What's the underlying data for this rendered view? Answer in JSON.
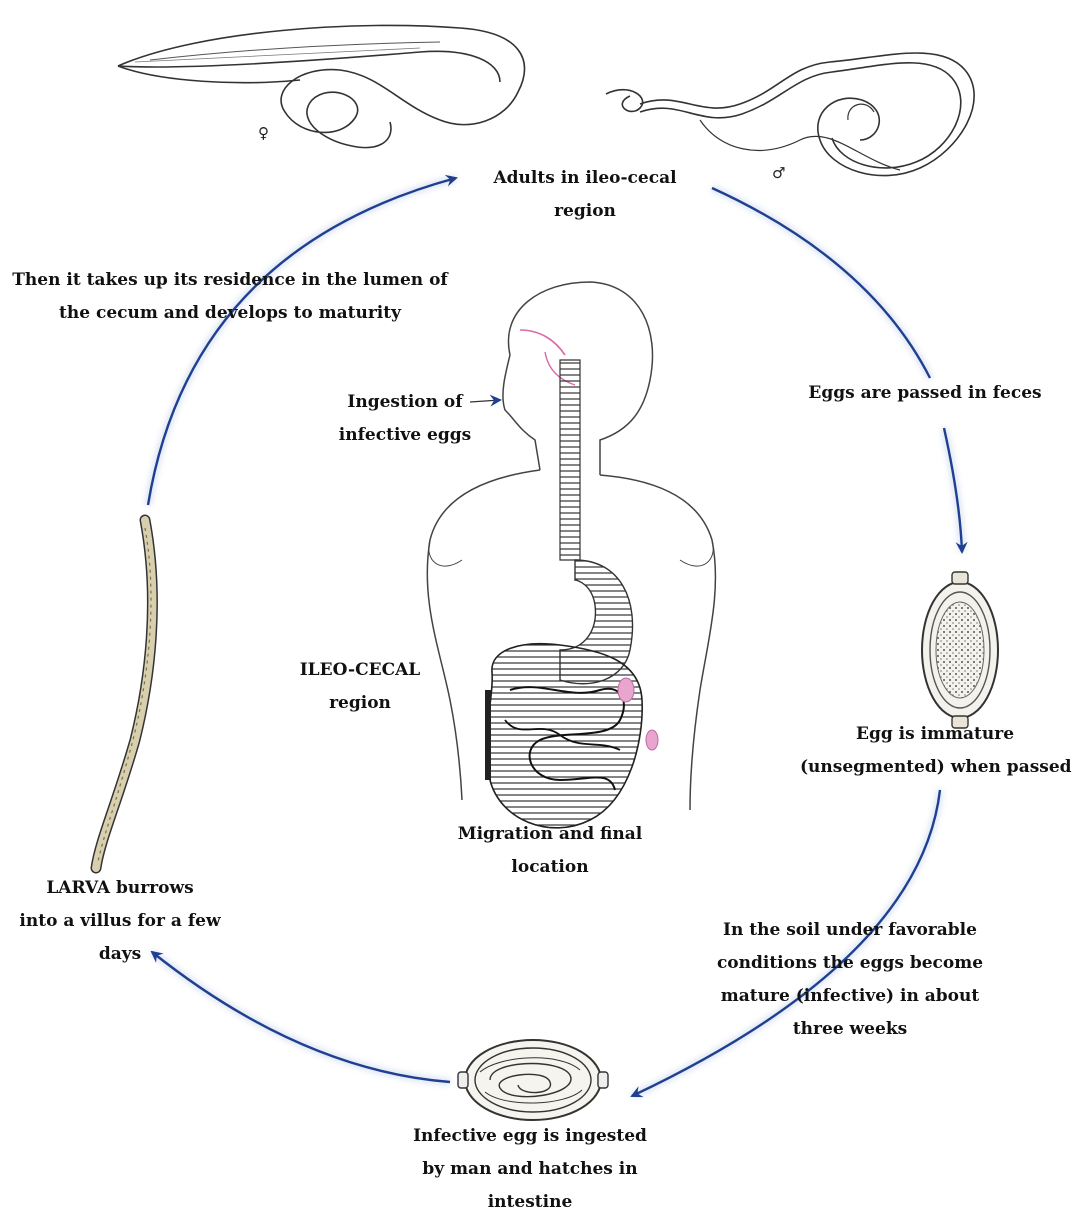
{
  "labels": {
    "adults": [
      "Adults in ileo-cecal",
      "region"
    ],
    "eggs_passed": "Eggs are passed in feces",
    "egg_immature": [
      "Egg is immature",
      "(unsegmented) when passed"
    ],
    "soil": [
      "In the soil under favorable",
      "conditions the eggs become",
      "mature (infective) in about",
      "three weeks"
    ],
    "ingested": [
      "Infective egg is ingested",
      "by man and hatches in",
      "intestine"
    ],
    "larva": [
      "LARVA burrows",
      "into a villus for a few",
      "days"
    ],
    "residence": [
      "Then it takes up its residence in the lumen of",
      "the cecum and develops to maturity"
    ],
    "ingestion": [
      "Ingestion of",
      "infective eggs"
    ],
    "ileo_cecal": [
      "ILEO-CECAL",
      "region"
    ],
    "migration": [
      "Migration and final",
      "location"
    ]
  },
  "symbols": {
    "female": "♀",
    "male": "♂"
  },
  "colors": {
    "arrow": "#1f3f8f",
    "ink": "#222222",
    "pink": "#d86aa8"
  }
}
